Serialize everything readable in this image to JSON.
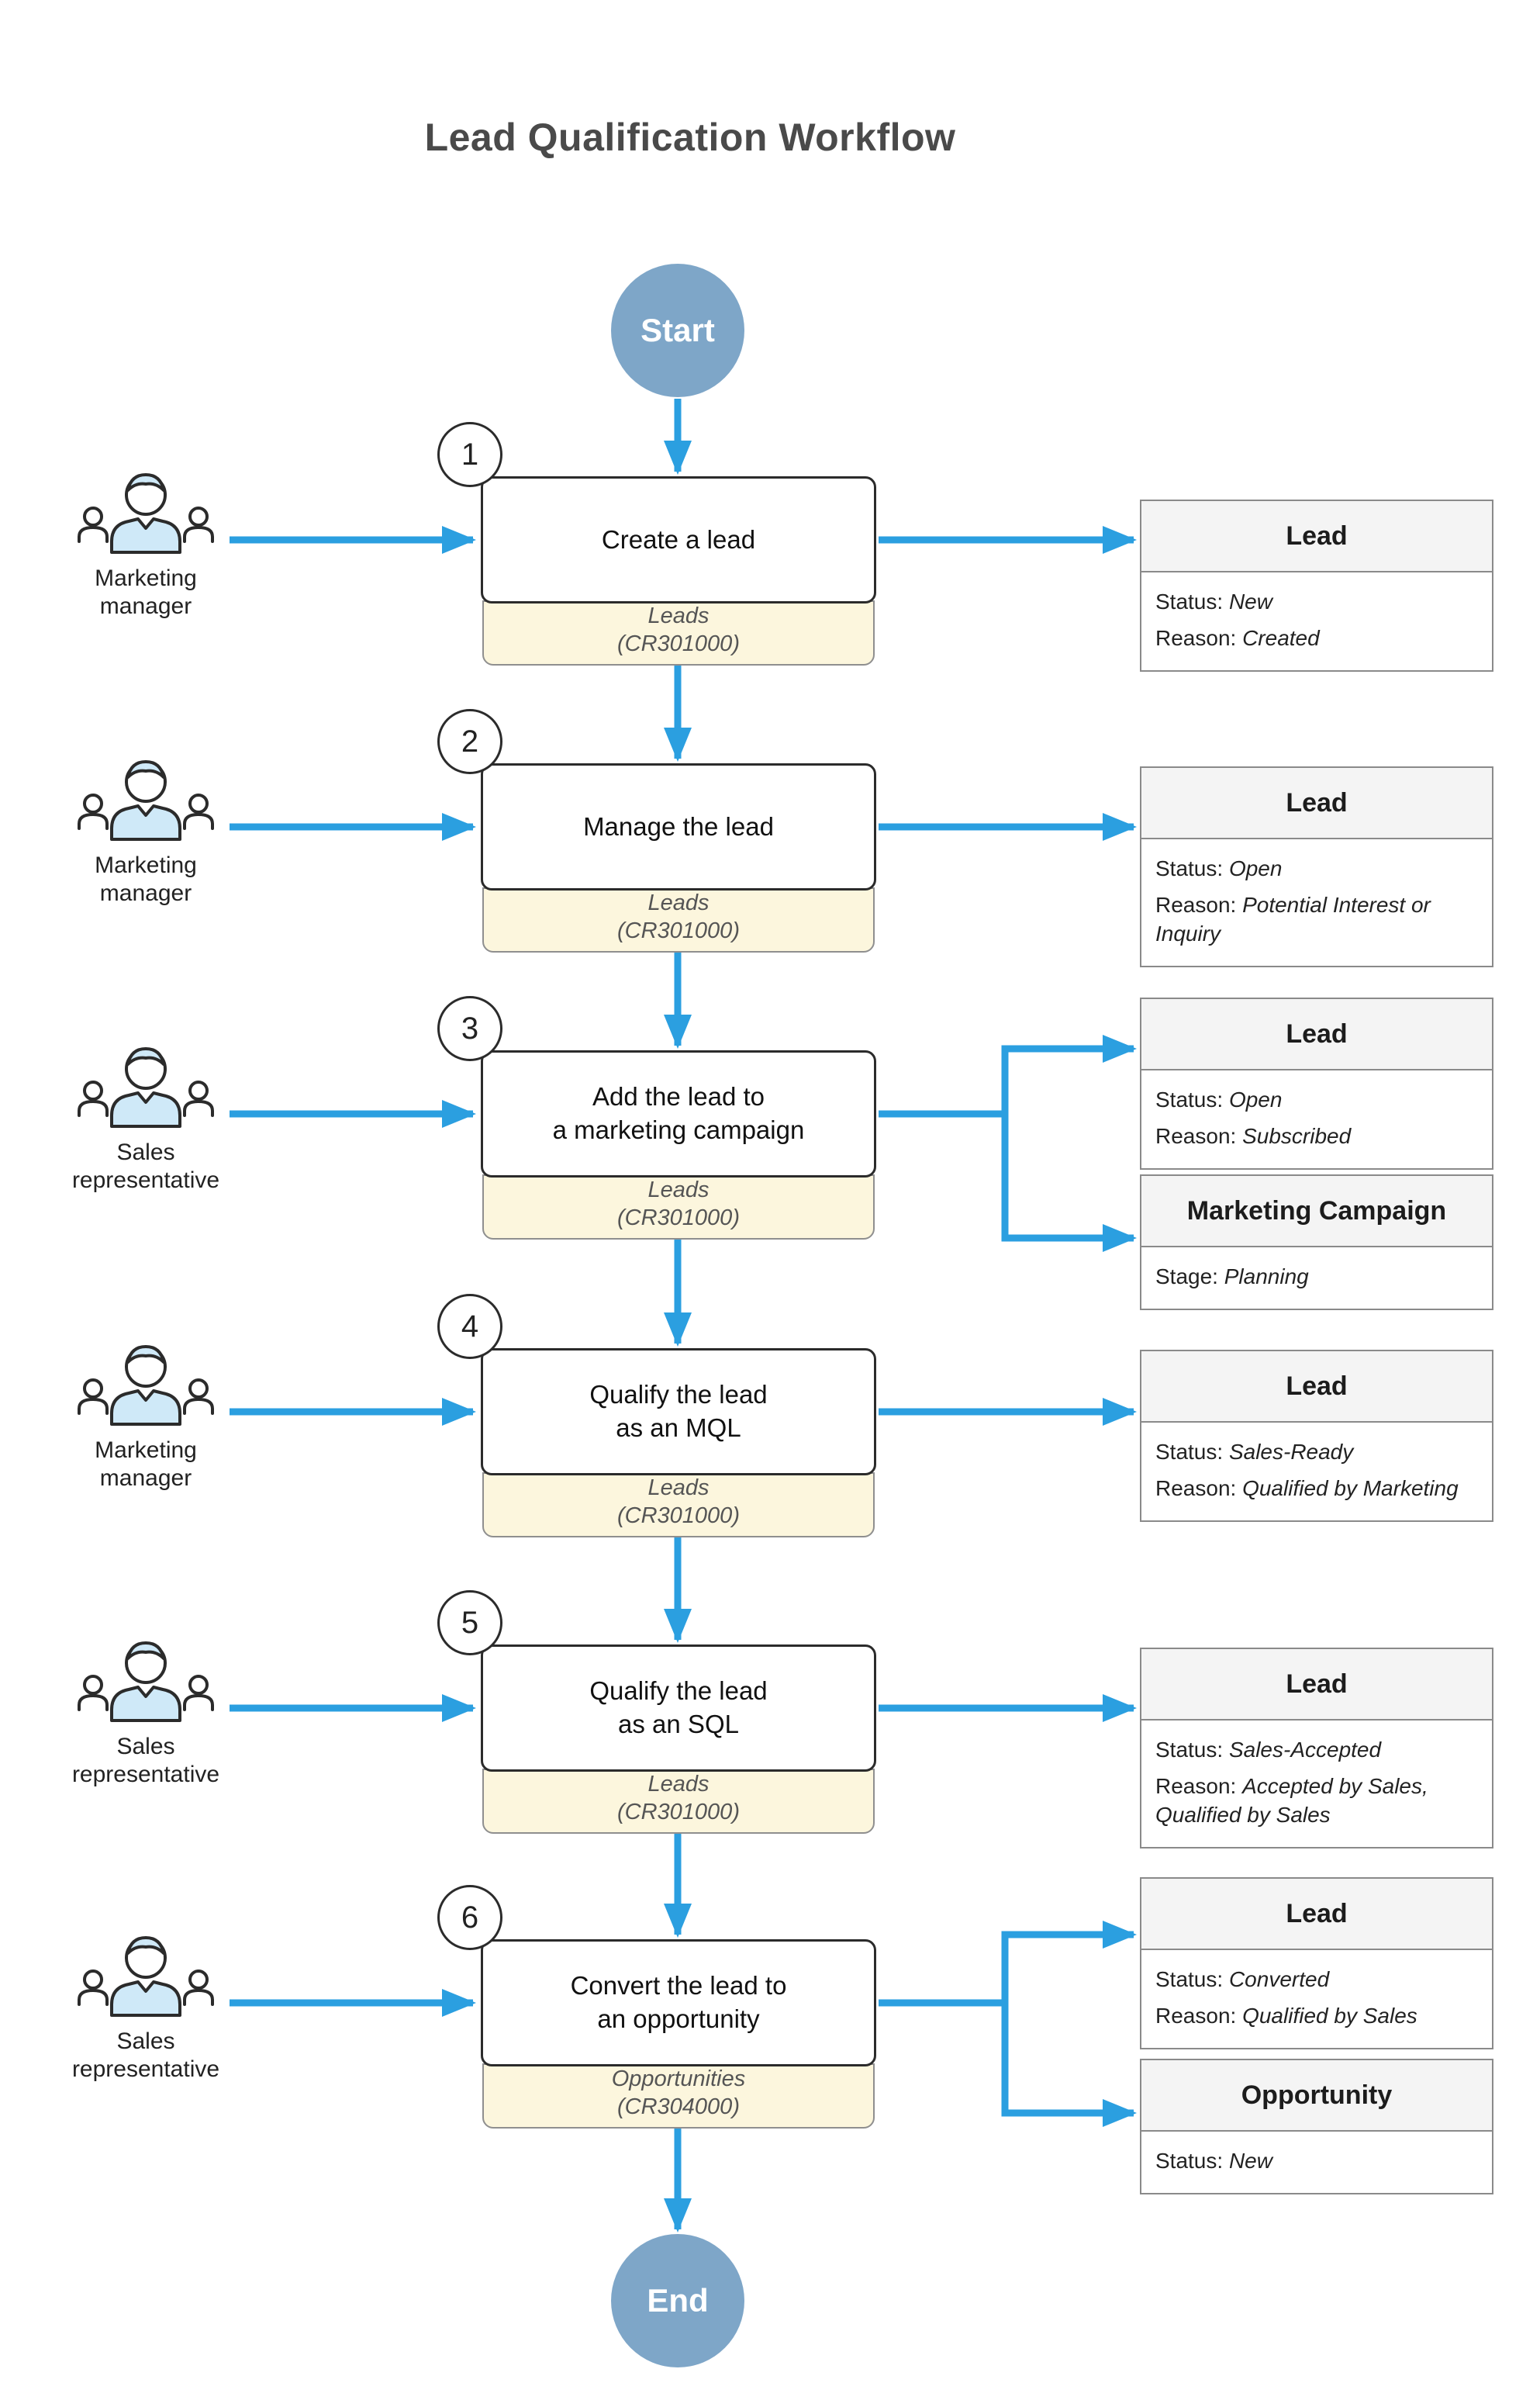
{
  "title": "Lead Qualification Workflow",
  "terminators": {
    "start": "Start",
    "end": "End"
  },
  "colors": {
    "arrow": "#2b9fe0",
    "terminator_fill": "#7ea6c8",
    "entity_strip_fill": "#fcf6dd",
    "output_header_fill": "#f4f4f4",
    "actor_shirt_fill": "#cfe9f8"
  },
  "steps": [
    {
      "number": "1",
      "actor": "Marketing\nmanager",
      "title": "Create a lead",
      "entity": "Leads",
      "entity_code": "(CR301000)",
      "outputs": [
        {
          "title": "Lead",
          "fields": [
            {
              "label": "Status:",
              "value": "New"
            },
            {
              "label": "Reason:",
              "value": "Created"
            }
          ]
        }
      ]
    },
    {
      "number": "2",
      "actor": "Marketing\nmanager",
      "title": "Manage the lead",
      "entity": "Leads",
      "entity_code": "(CR301000)",
      "outputs": [
        {
          "title": "Lead",
          "fields": [
            {
              "label": "Status:",
              "value": "Open"
            },
            {
              "label": "Reason:",
              "value": "Potential Interest or Inquiry"
            }
          ]
        }
      ]
    },
    {
      "number": "3",
      "actor": "Sales\nrepresentative",
      "title": "Add the lead to\na marketing campaign",
      "entity": "Leads",
      "entity_code": "(CR301000)",
      "outputs": [
        {
          "title": "Lead",
          "fields": [
            {
              "label": "Status:",
              "value": "Open"
            },
            {
              "label": "Reason:",
              "value": "Subscribed"
            }
          ]
        },
        {
          "title": "Marketing Campaign",
          "fields": [
            {
              "label": "Stage:",
              "value": "Planning"
            }
          ]
        }
      ]
    },
    {
      "number": "4",
      "actor": "Marketing\nmanager",
      "title": "Qualify the lead\nas an MQL",
      "entity": "Leads",
      "entity_code": "(CR301000)",
      "outputs": [
        {
          "title": "Lead",
          "fields": [
            {
              "label": "Status:",
              "value": "Sales-Ready"
            },
            {
              "label": "Reason:",
              "value": "Qualified by Marketing"
            }
          ]
        }
      ]
    },
    {
      "number": "5",
      "actor": "Sales\nrepresentative",
      "title": "Qualify the lead\nas an SQL",
      "entity": "Leads",
      "entity_code": "(CR301000)",
      "outputs": [
        {
          "title": "Lead",
          "fields": [
            {
              "label": "Status:",
              "value": "Sales-Accepted"
            },
            {
              "label": "Reason:",
              "value": "Accepted by Sales, Qualified by Sales"
            }
          ]
        }
      ]
    },
    {
      "number": "6",
      "actor": "Sales\nrepresentative",
      "title": "Convert the lead to\nan opportunity",
      "entity": "Opportunities",
      "entity_code": "(CR304000)",
      "outputs": [
        {
          "title": "Lead",
          "fields": [
            {
              "label": "Status:",
              "value": "Converted"
            },
            {
              "label": "Reason:",
              "value": "Qualified by Sales"
            }
          ]
        },
        {
          "title": "Opportunity",
          "fields": [
            {
              "label": "Status:",
              "value": "New"
            }
          ]
        }
      ]
    }
  ]
}
